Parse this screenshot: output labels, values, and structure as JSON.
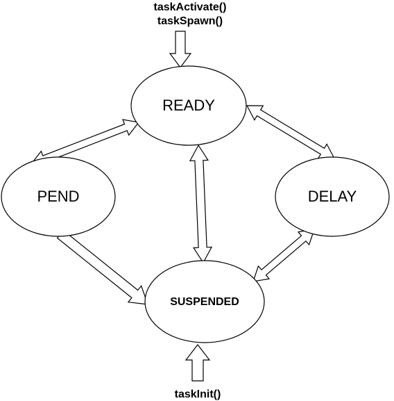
{
  "diagram": {
    "states": {
      "ready": "READY",
      "pend": "PEND",
      "delay": "DELAY",
      "suspended": "SUSPENDED"
    },
    "entry_calls": {
      "top_line1": "taskActivate()",
      "top_line2": "taskSpawn()",
      "bottom": "taskInit()"
    },
    "colors": {
      "stroke": "#000000",
      "fill": "#ffffff"
    }
  }
}
